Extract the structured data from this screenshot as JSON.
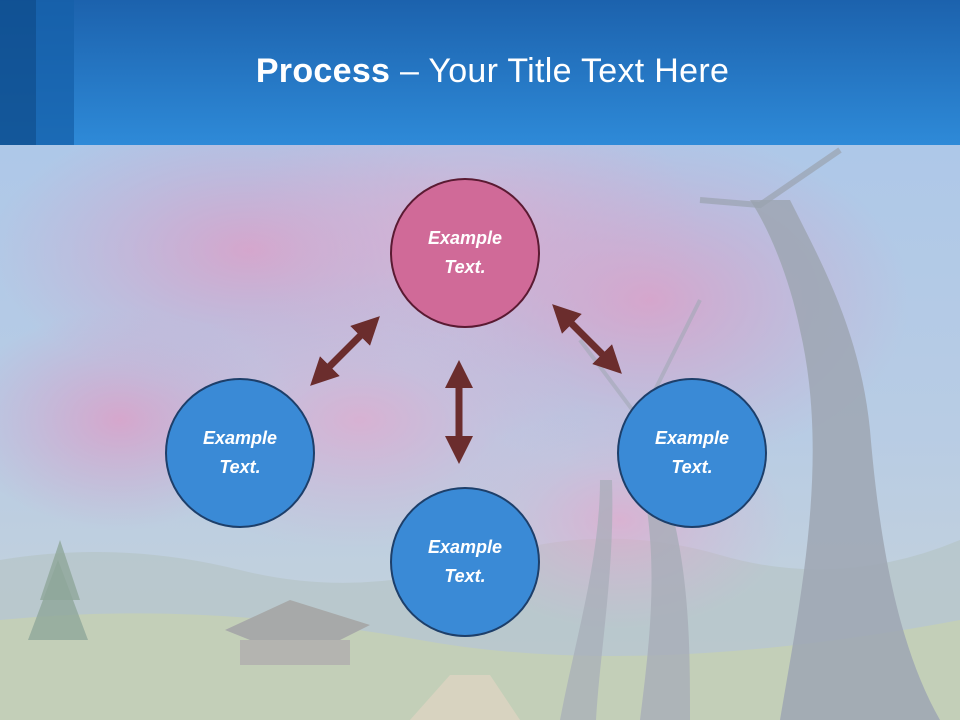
{
  "title": {
    "strong": "Process",
    "rest": " – Your Title Text Here"
  },
  "nodes": {
    "top": "Example Text.",
    "left": "Example Text.",
    "right": "Example Text.",
    "bottom": "Example Text."
  },
  "colors": {
    "title_bar": "#2d84d4",
    "top_node": "#d06a98",
    "blue_nodes": "#3a8ad6",
    "arrows": "#6b2d2d"
  }
}
